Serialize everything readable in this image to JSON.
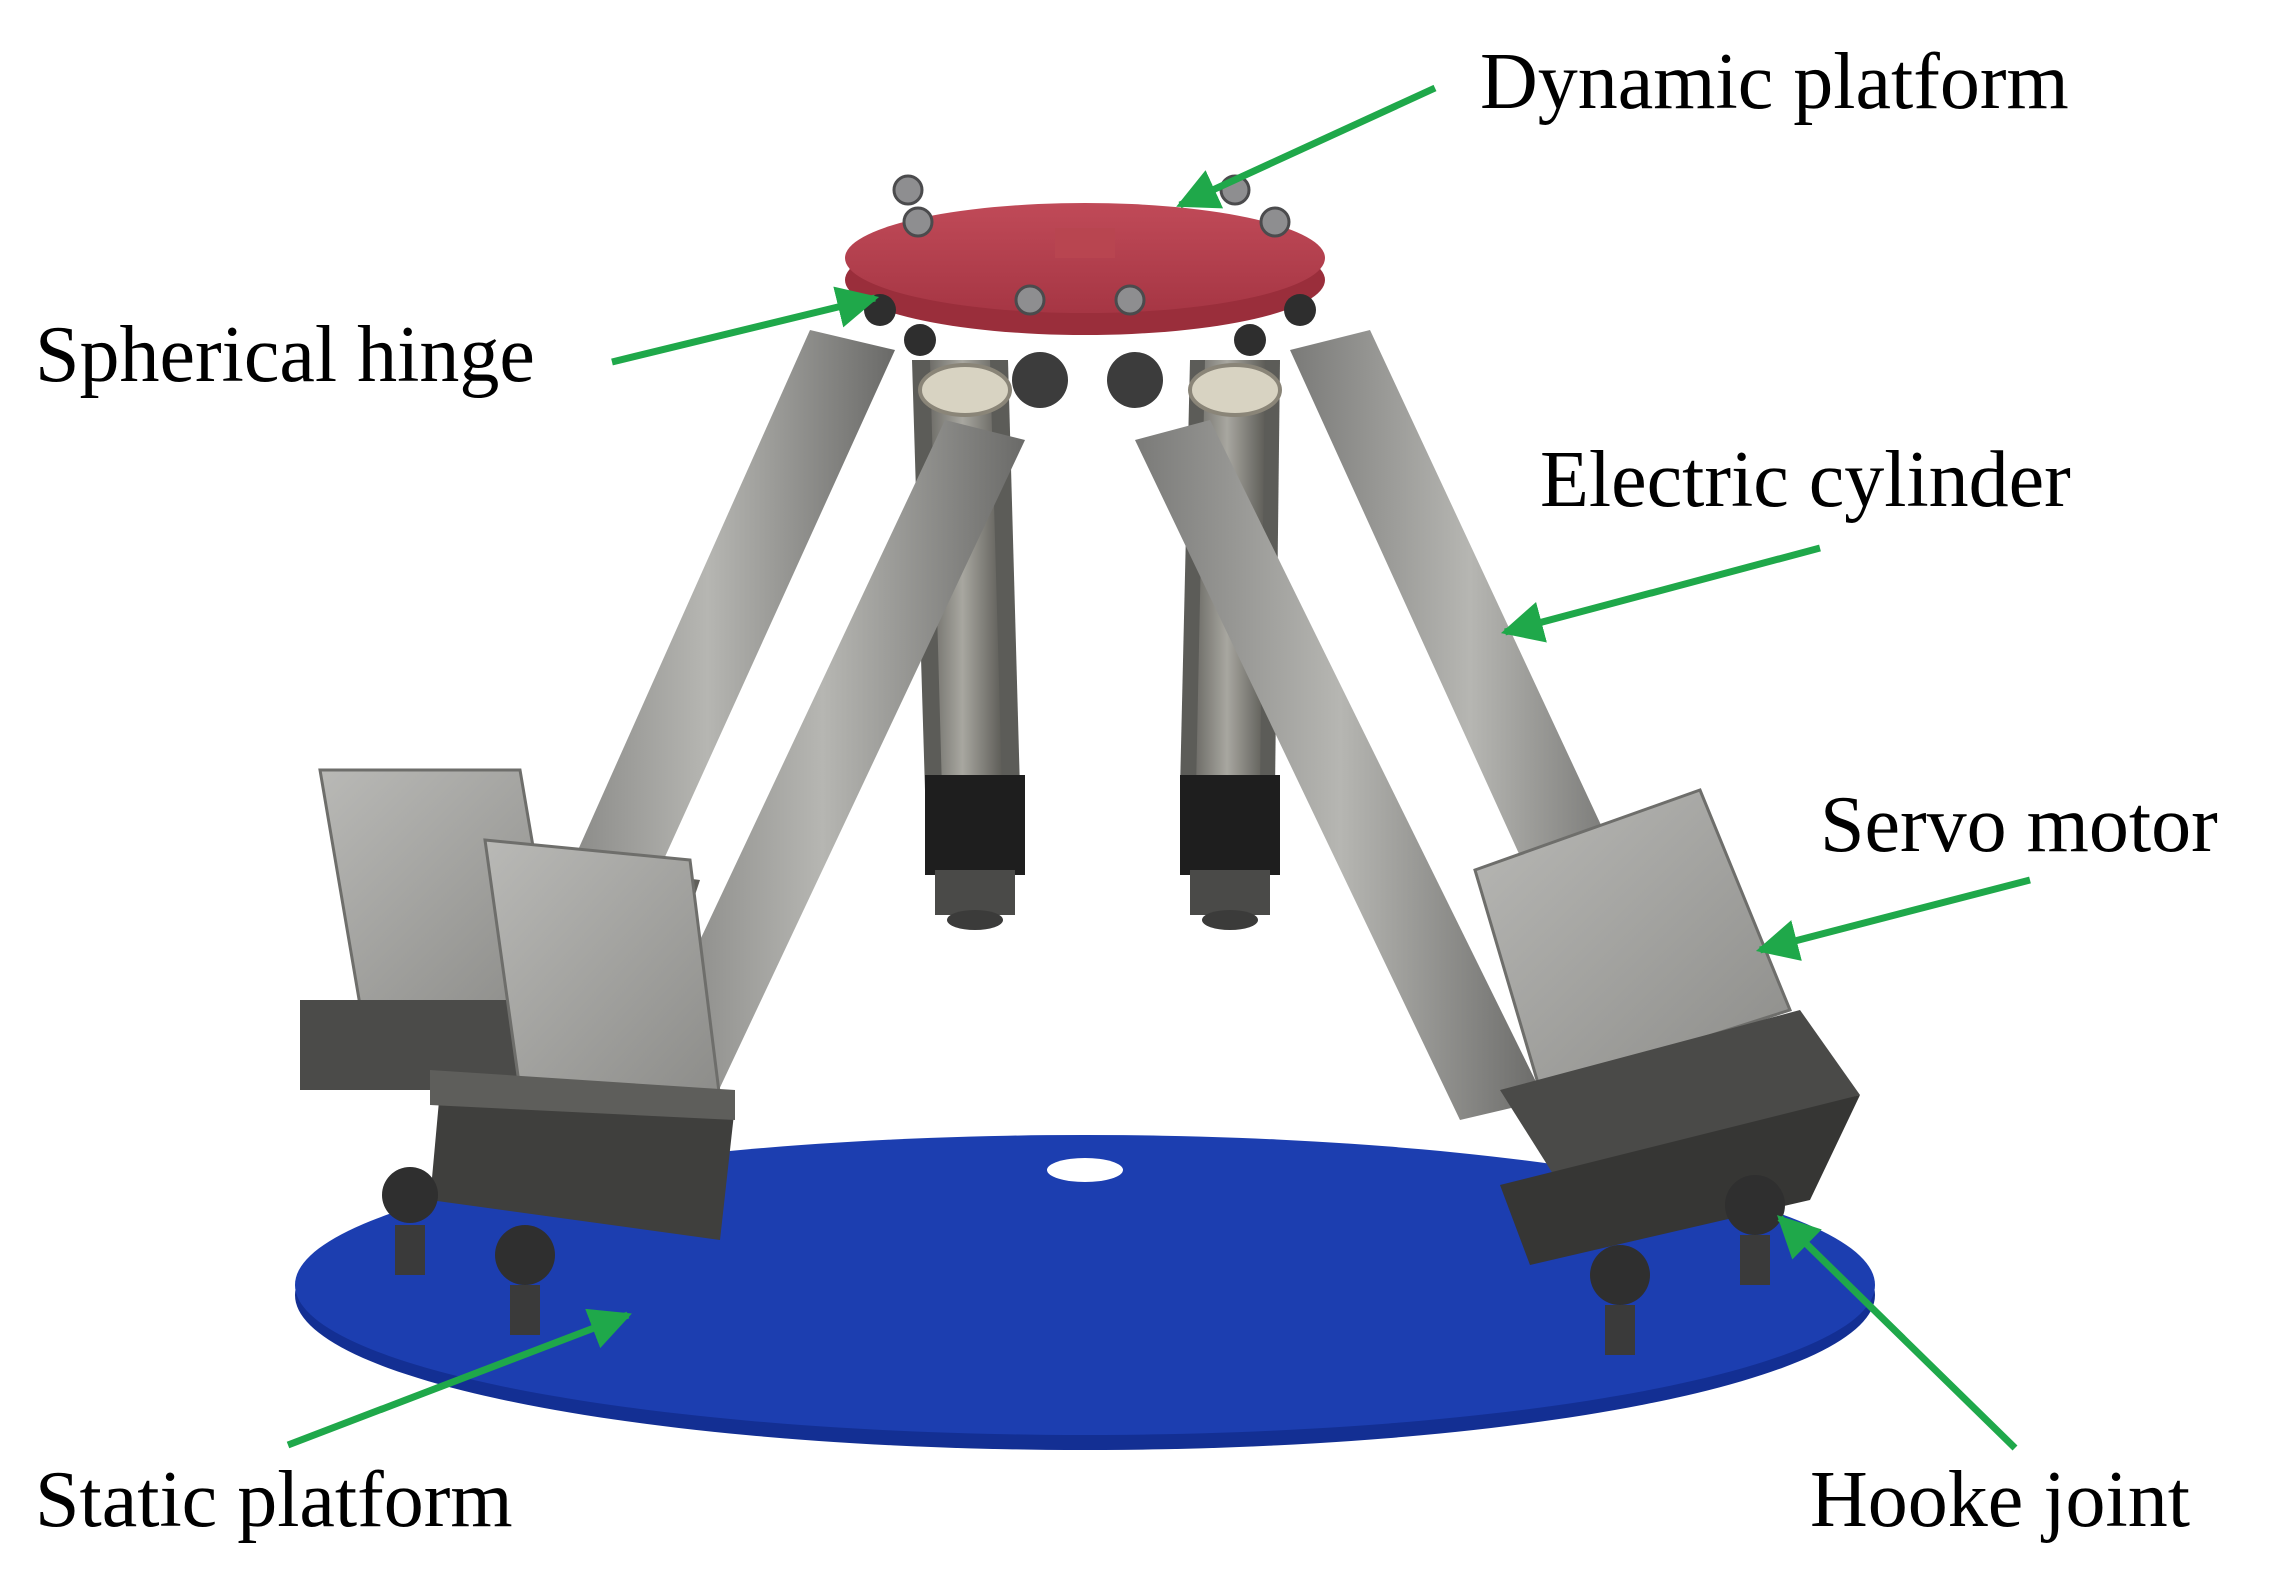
{
  "figure": {
    "labels": {
      "dynamic_platform": "Dynamic platform",
      "spherical_hinge": "Spherical hinge",
      "electric_cylinder": "Electric cylinder",
      "servo_motor": "Servo motor",
      "static_platform": "Static platform",
      "hooke_joint": "Hooke joint"
    },
    "colors": {
      "dynamic_platform": "#b8404f",
      "static_platform": "#1a3aa8",
      "cylinder": "#8d8c85",
      "motor": "#a9a9a6",
      "arrow": "#1fa84a"
    }
  }
}
